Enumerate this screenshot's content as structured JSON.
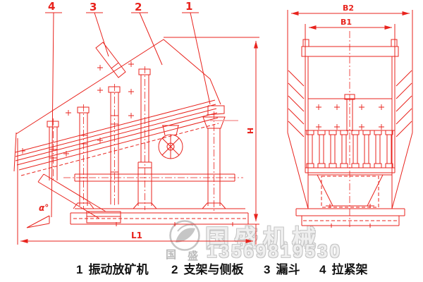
{
  "drawing": {
    "callouts": [
      {
        "num": "4"
      },
      {
        "num": "3"
      },
      {
        "num": "2"
      },
      {
        "num": "1"
      }
    ],
    "dimensions": {
      "b2": "B2",
      "b1": "B1",
      "h": "H",
      "l1": "L1",
      "alpha": "α°"
    }
  },
  "caption": {
    "items": [
      {
        "num": "1",
        "label": "振动放矿机"
      },
      {
        "num": "2",
        "label": "支架与侧板"
      },
      {
        "num": "3",
        "label": "漏斗"
      },
      {
        "num": "4",
        "label": "拉紧架"
      }
    ]
  },
  "watermark": {
    "brand": "国盛机械",
    "phone": "13569819530",
    "stamp_left": "国",
    "stamp_right": "盛"
  },
  "colors": {
    "line_red": "#e8231d",
    "line_light": "#f59e9e",
    "watermark_gray": "#c6c6c6",
    "caption_black": "#141414",
    "background": "#ffffff"
  }
}
